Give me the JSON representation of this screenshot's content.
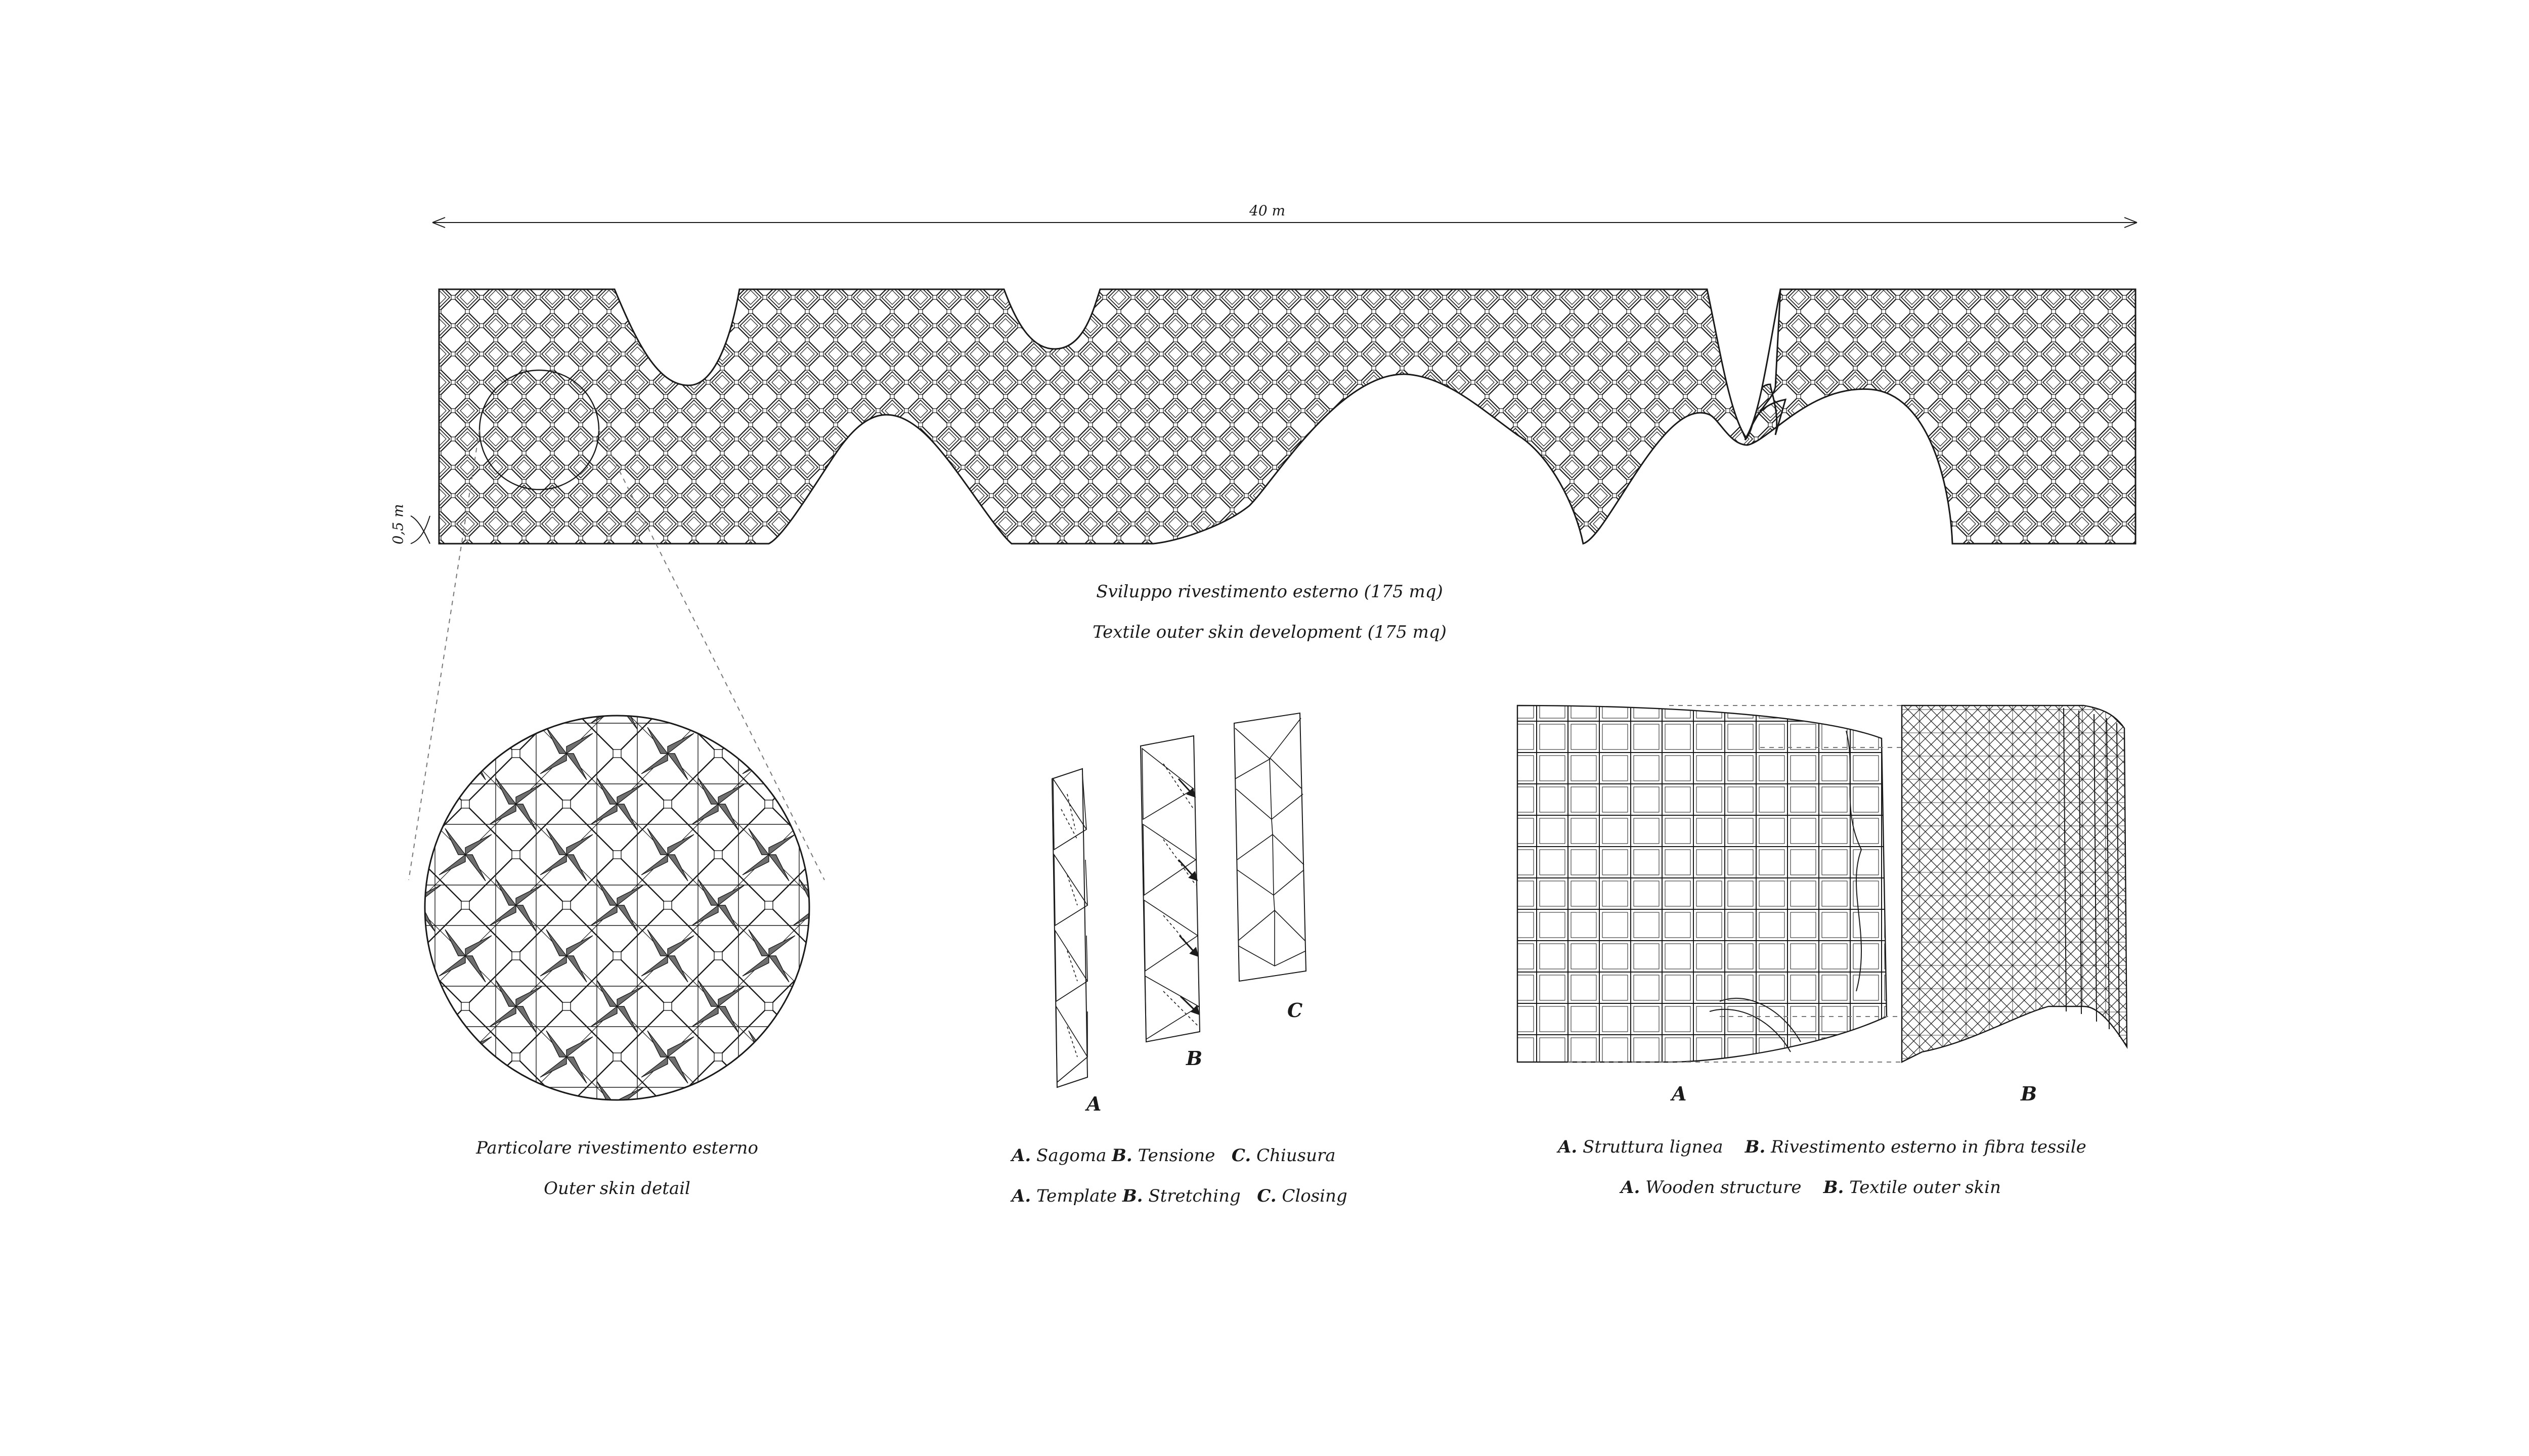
{
  "dimensions": {
    "length": "40 m",
    "height": "0,5 m"
  },
  "development": {
    "caption_it": "Sviluppo rivestimento esterno (175 mq)",
    "caption_en": "Textile outer skin development (175 mq)"
  },
  "detail": {
    "caption_it": "Particolare rivestimento esterno",
    "caption_en": "Outer skin detail"
  },
  "assembly": {
    "letters": [
      "A",
      "B",
      "C"
    ],
    "caption_it": [
      {
        "key": "A.",
        "text": "Sagoma"
      },
      {
        "key": "B.",
        "text": "Tensione"
      },
      {
        "key": "C.",
        "text": "Chiusura"
      }
    ],
    "caption_en": [
      {
        "key": "A.",
        "text": "Template"
      },
      {
        "key": "B.",
        "text": "Stretching"
      },
      {
        "key": "C.",
        "text": "Closing"
      }
    ]
  },
  "structure": {
    "letters": [
      "A",
      "B"
    ],
    "caption_it": [
      {
        "key": "A.",
        "text": "Struttura lignea"
      },
      {
        "key": "B.",
        "text": "Rivestimento esterno in fibra tessile"
      }
    ],
    "caption_en": [
      {
        "key": "A.",
        "text": "Wooden structure"
      },
      {
        "key": "B.",
        "text": "Textile outer skin"
      }
    ]
  },
  "colors": {
    "ink": "#1a1a1a",
    "fill": "#6e6e6e",
    "background": "#ffffff"
  }
}
